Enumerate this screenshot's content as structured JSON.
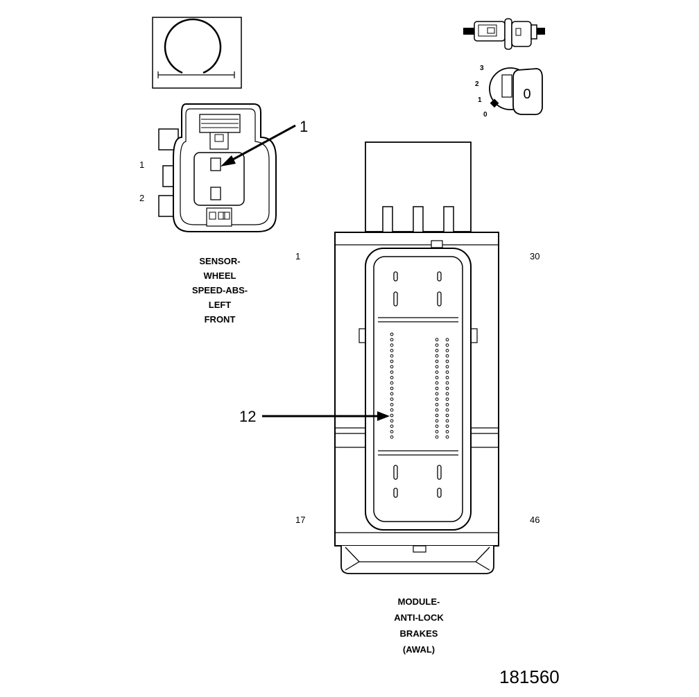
{
  "sensor": {
    "label_lines": [
      "SENSOR-",
      "WHEEL",
      "SPEED-ABS-",
      "LEFT",
      "FRONT"
    ],
    "pin_top": "1",
    "pin_bottom": "2"
  },
  "module": {
    "label_lines": [
      "MODULE-",
      "ANTI-LOCK",
      "BRAKES",
      "(AWAL)"
    ],
    "pin_top_left": "1",
    "pin_top_right": "30",
    "pin_bottom_left": "17",
    "pin_bottom_right": "46"
  },
  "callouts": {
    "sensor_callout": "1",
    "module_callout": "12"
  },
  "key_positions": [
    "3",
    "2",
    "1",
    "0"
  ],
  "key_symbol": "0",
  "figure_number": "181560",
  "icons": {
    "tool": "terminal-tool-icon",
    "connector": "rotating-connector-icon",
    "key": "ignition-key-icon",
    "lock": "connector-lock-icon"
  }
}
